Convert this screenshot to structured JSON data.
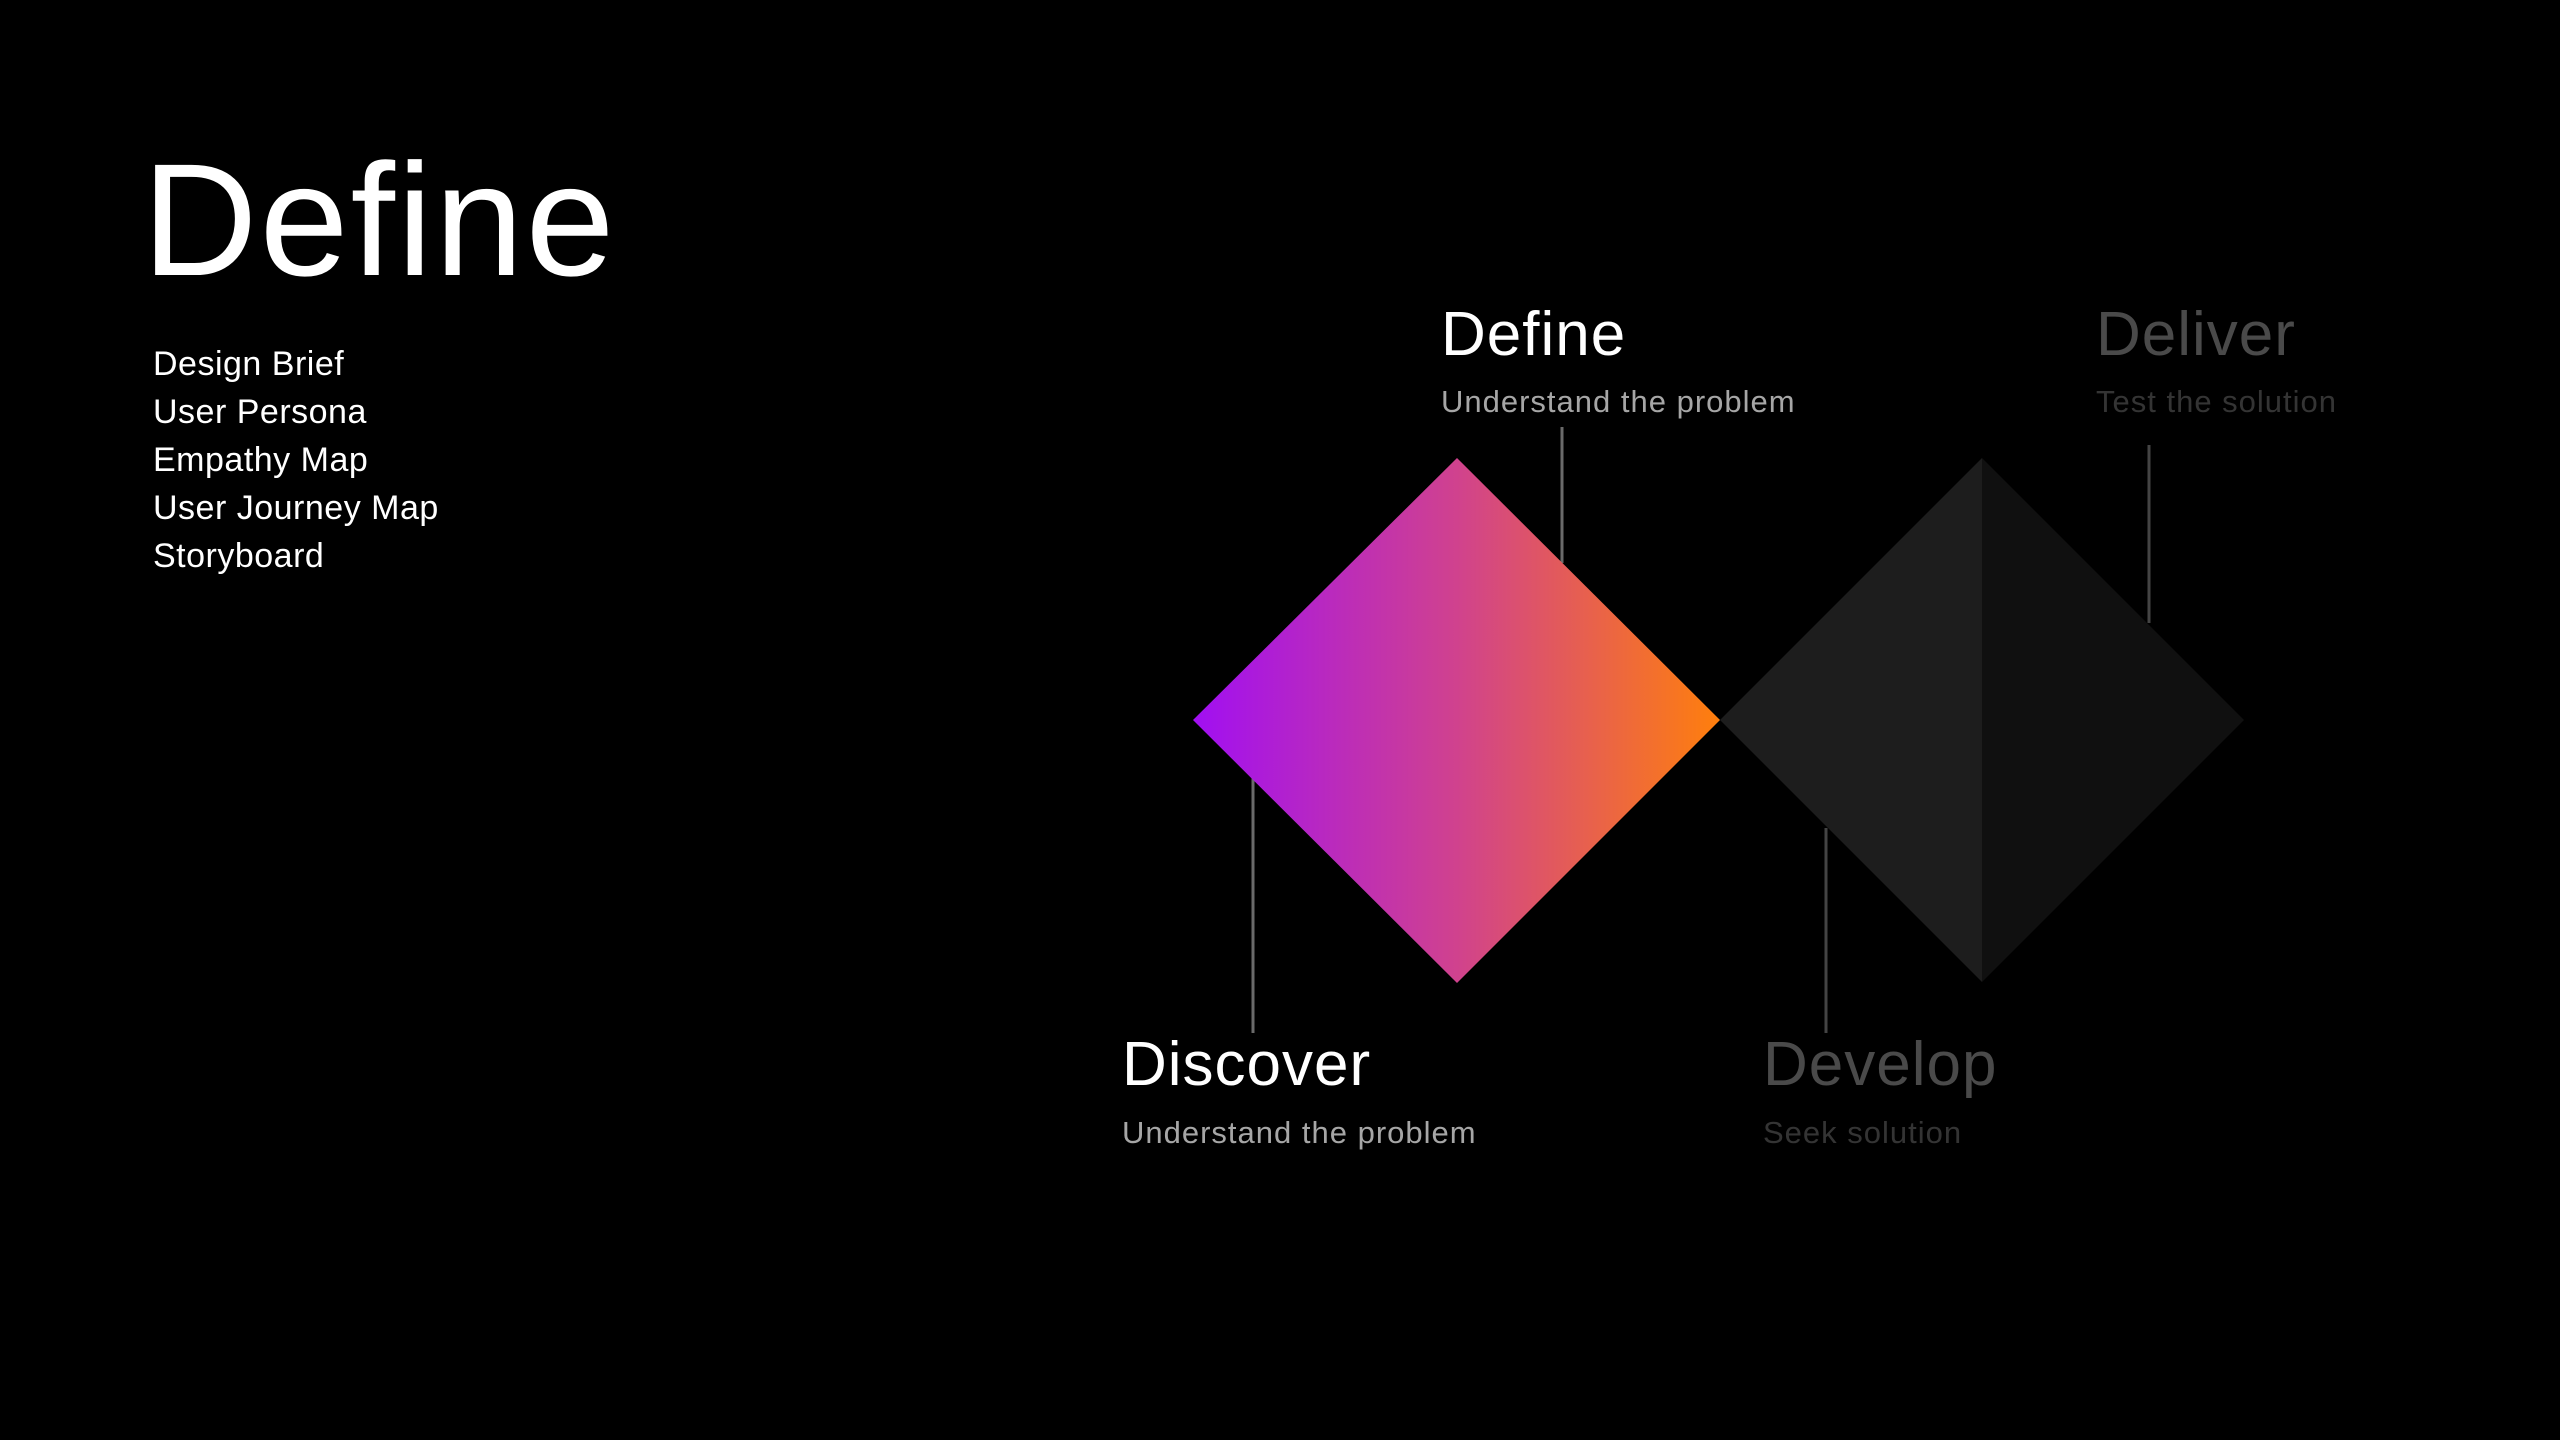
{
  "page": {
    "title": "Define"
  },
  "deliverables": [
    "Design Brief",
    "User Persona",
    "Empathy Map",
    "User Journey Map",
    "Storyboard"
  ],
  "stages": {
    "define": {
      "title": "Define",
      "subtitle": "Understand the problem",
      "state": "active"
    },
    "deliver": {
      "title": "Deliver",
      "subtitle": "Test the solution",
      "state": "inactive"
    },
    "discover": {
      "title": "Discover",
      "subtitle": "Understand the problem",
      "state": "active"
    },
    "develop": {
      "title": "Develop",
      "subtitle": "Seek solution",
      "state": "inactive"
    }
  },
  "colors": {
    "background": "#000000",
    "gradient_start": "#a10ff2",
    "gradient_mid": "#d0428e",
    "gradient_end": "#ff7f0c",
    "inactive_left": "#1d1d1d",
    "inactive_right": "#101010",
    "connector": "#6a6a6a",
    "connector_inactive": "#444444"
  }
}
